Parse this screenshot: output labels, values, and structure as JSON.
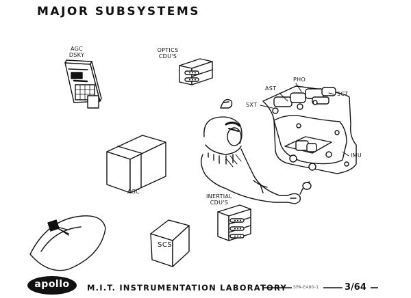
{
  "title": "MAJOR SUBSYSTEMS",
  "labels": {
    "agc_dsky": [
      "AGC",
      "DSKY"
    ],
    "optics_cdus": [
      "OPTICS",
      "CDU'S"
    ],
    "ast": "AST",
    "pho": "PHO",
    "sxt": "SXT",
    "sct": "SCT",
    "imu": "IMU",
    "agc": "AGC",
    "inertial_cdus": [
      "INERTIAL",
      "CDU'S"
    ],
    "scs": "SCS"
  },
  "footer": {
    "logo_text": "apollo",
    "lab_name": "M.I.T. INSTRUMENTATION LABORATORY",
    "reference": "SPA-E480-1",
    "number": "3/64"
  }
}
